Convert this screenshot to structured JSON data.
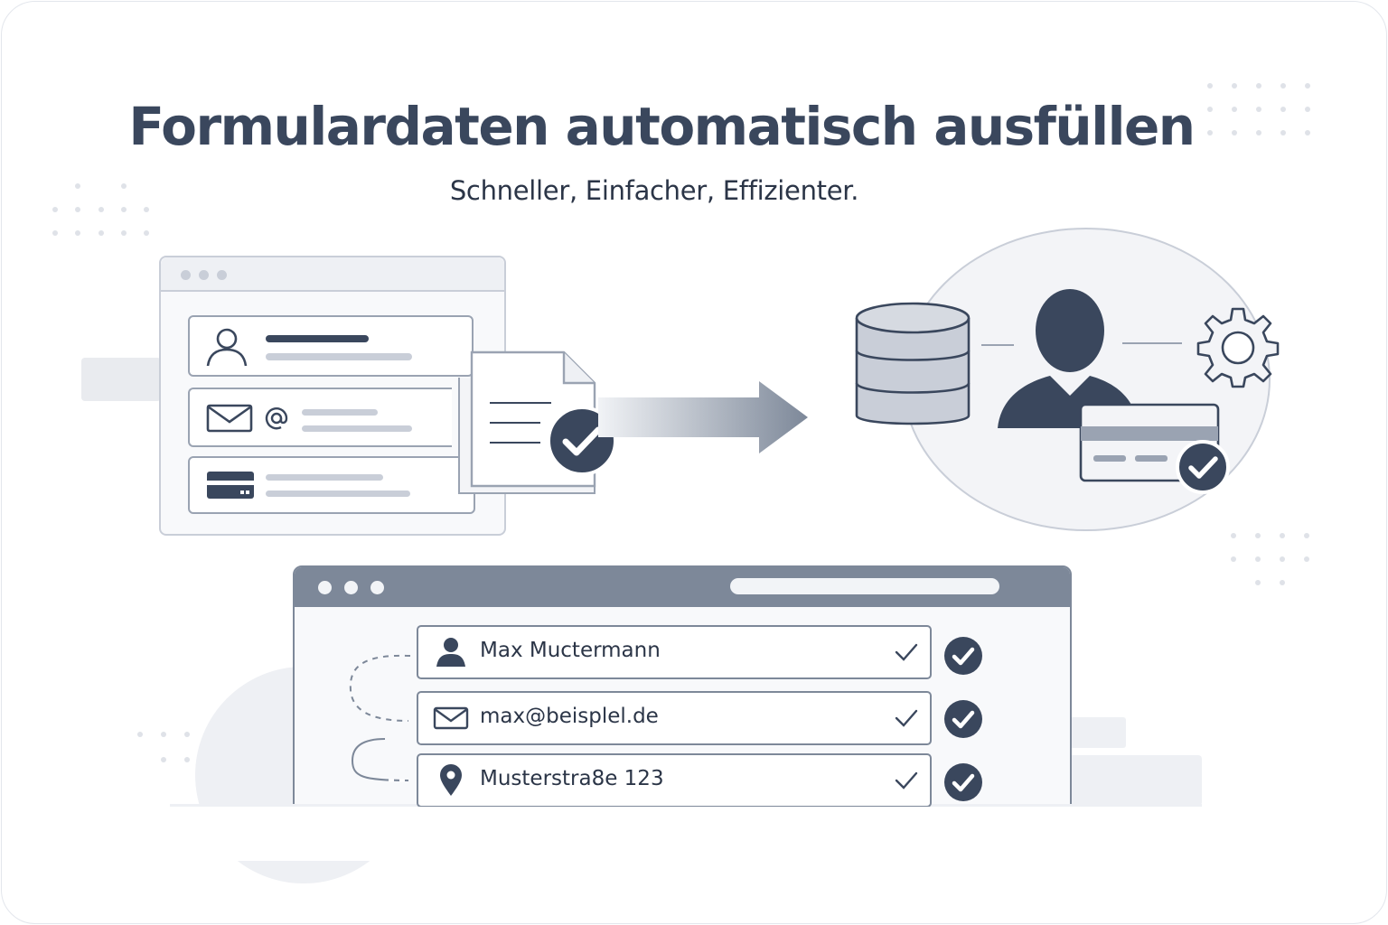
{
  "header": {
    "title": "Formulardaten automatisch ausfüllen",
    "subtitle": "Schneller, Einfacher, Effizienter."
  },
  "illustration_icons": {
    "source_form": [
      "user-icon",
      "mail-icon",
      "at-icon",
      "card-icon",
      "document-icon",
      "check-badge-icon"
    ],
    "processing": [
      "arrow-right-icon",
      "database-icon",
      "person-icon",
      "gear-icon",
      "credit-card-icon",
      "check-badge-icon"
    ]
  },
  "autofill_form": {
    "fields": [
      {
        "icon": "person-icon",
        "value": "Max Muctermann",
        "status": "check"
      },
      {
        "icon": "mail-icon",
        "value": "max@beisplel.de",
        "status": "check"
      },
      {
        "icon": "location-pin-icon",
        "value": "Musterstra8e 123",
        "status": "check"
      }
    ]
  },
  "colors": {
    "primary_dark": "#3a475d",
    "slate": "#7d8899",
    "light_gray": "#c9ced8",
    "background": "#ffffff"
  }
}
